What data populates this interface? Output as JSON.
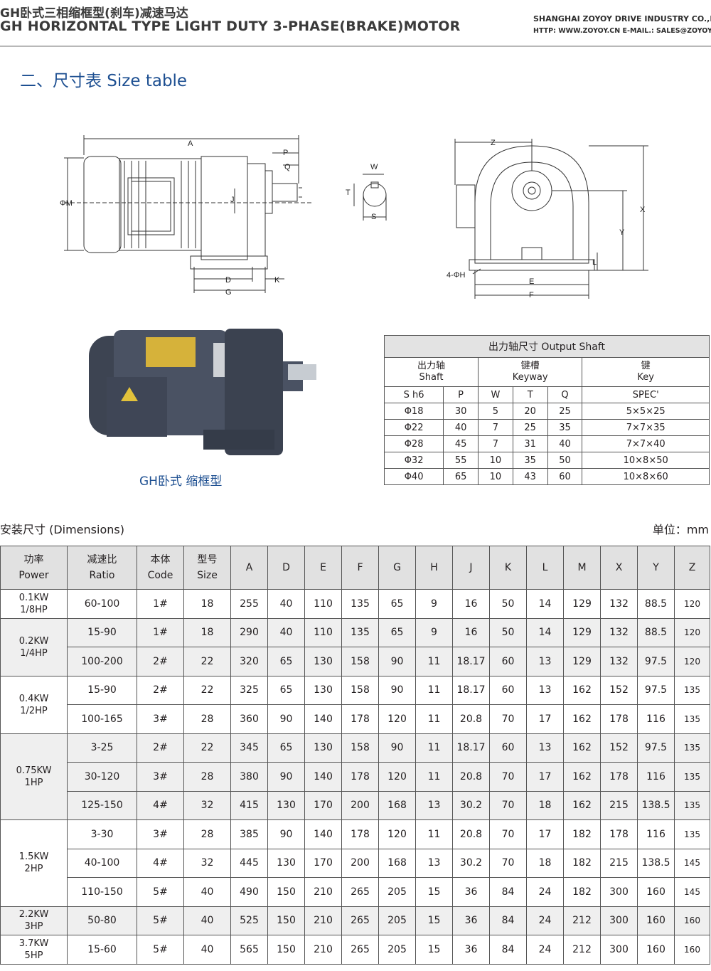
{
  "header": {
    "title_cn": "GH卧式三相缩框型(刹车)减速马达",
    "title_en": "GH HORIZONTAL TYPE LIGHT DUTY 3-PHASE(BRAKE)MOTOR",
    "company": "SHANGHAI ZOYOY DRIVE INDUSTRY CO.,LTD",
    "contact": "HTTP: WWW.ZOYOY.CN  E-MAIL.: SALES@ZOYOY.COM"
  },
  "section": {
    "title": "二、尺寸表 Size table"
  },
  "drawing_labels": {
    "A": "A",
    "P": "P",
    "Q": "Q",
    "M": "ΦM",
    "J": "J",
    "D": "D",
    "G": "G",
    "K": "K",
    "W": "W",
    "T": "T",
    "S": "S",
    "Z": "Z",
    "X": "X",
    "Y": "Y",
    "L": "L",
    "E": "E",
    "F": "F",
    "H": "4-ΦH"
  },
  "photo": {
    "caption": "GH卧式 缩框型"
  },
  "output_shaft": {
    "title": "出力轴尺寸 Output Shaft",
    "groups": [
      {
        "cn": "出力轴",
        "en": "Shaft"
      },
      {
        "cn": "键槽",
        "en": "Keyway"
      },
      {
        "cn": "键",
        "en": "Key"
      }
    ],
    "subheaders": [
      "S h6",
      "P",
      "W",
      "T",
      "Q",
      "SPEC'"
    ],
    "rows": [
      [
        "Φ18",
        "30",
        "5",
        "20",
        "25",
        "5×5×25"
      ],
      [
        "Φ22",
        "40",
        "7",
        "25",
        "35",
        "7×7×35"
      ],
      [
        "Φ28",
        "45",
        "7",
        "31",
        "40",
        "7×7×40"
      ],
      [
        "Φ32",
        "55",
        "10",
        "35",
        "50",
        "10×8×50"
      ],
      [
        "Φ40",
        "65",
        "10",
        "43",
        "60",
        "10×8×60"
      ]
    ]
  },
  "dimensions": {
    "label": "安装尺寸 (Dimensions)",
    "unit": "单位：mm",
    "headers": [
      {
        "cn": "功率",
        "en": "Power"
      },
      {
        "cn": "减速比",
        "en": "Ratio"
      },
      {
        "cn": "本体",
        "en": "Code"
      },
      {
        "cn": "型号",
        "en": "Size"
      },
      {
        "cn": "A"
      },
      {
        "cn": "D"
      },
      {
        "cn": "E"
      },
      {
        "cn": "F"
      },
      {
        "cn": "G"
      },
      {
        "cn": "H"
      },
      {
        "cn": "J"
      },
      {
        "cn": "K"
      },
      {
        "cn": "L"
      },
      {
        "cn": "M"
      },
      {
        "cn": "X"
      },
      {
        "cn": "Y"
      },
      {
        "cn": "Z"
      }
    ],
    "groups": [
      {
        "power": [
          "0.1KW",
          "1/8HP"
        ],
        "rows": [
          [
            "60-100",
            "1#",
            "18",
            "255",
            "40",
            "110",
            "135",
            "65",
            "9",
            "16",
            "50",
            "14",
            "129",
            "132",
            "88.5",
            "120"
          ]
        ]
      },
      {
        "power": [
          "0.2KW",
          "1/4HP"
        ],
        "rows": [
          [
            "15-90",
            "1#",
            "18",
            "290",
            "40",
            "110",
            "135",
            "65",
            "9",
            "16",
            "50",
            "14",
            "129",
            "132",
            "88.5",
            "120"
          ],
          [
            "100-200",
            "2#",
            "22",
            "320",
            "65",
            "130",
            "158",
            "90",
            "11",
            "18.17",
            "60",
            "13",
            "129",
            "132",
            "97.5",
            "120"
          ]
        ]
      },
      {
        "power": [
          "0.4KW",
          "1/2HP"
        ],
        "rows": [
          [
            "15-90",
            "2#",
            "22",
            "325",
            "65",
            "130",
            "158",
            "90",
            "11",
            "18.17",
            "60",
            "13",
            "162",
            "152",
            "97.5",
            "135"
          ],
          [
            "100-165",
            "3#",
            "28",
            "360",
            "90",
            "140",
            "178",
            "120",
            "11",
            "20.8",
            "70",
            "17",
            "162",
            "178",
            "116",
            "135"
          ]
        ]
      },
      {
        "power": [
          "0.75KW",
          "1HP"
        ],
        "rows": [
          [
            "3-25",
            "2#",
            "22",
            "345",
            "65",
            "130",
            "158",
            "90",
            "11",
            "18.17",
            "60",
            "13",
            "162",
            "152",
            "97.5",
            "135"
          ],
          [
            "30-120",
            "3#",
            "28",
            "380",
            "90",
            "140",
            "178",
            "120",
            "11",
            "20.8",
            "70",
            "17",
            "162",
            "178",
            "116",
            "135"
          ],
          [
            "125-150",
            "4#",
            "32",
            "415",
            "130",
            "170",
            "200",
            "168",
            "13",
            "30.2",
            "70",
            "18",
            "162",
            "215",
            "138.5",
            "135"
          ]
        ]
      },
      {
        "power": [
          "1.5KW",
          "2HP"
        ],
        "rows": [
          [
            "3-30",
            "3#",
            "28",
            "385",
            "90",
            "140",
            "178",
            "120",
            "11",
            "20.8",
            "70",
            "17",
            "182",
            "178",
            "116",
            "135"
          ],
          [
            "40-100",
            "4#",
            "32",
            "445",
            "130",
            "170",
            "200",
            "168",
            "13",
            "30.2",
            "70",
            "18",
            "182",
            "215",
            "138.5",
            "145"
          ],
          [
            "110-150",
            "5#",
            "40",
            "490",
            "150",
            "210",
            "265",
            "205",
            "15",
            "36",
            "84",
            "24",
            "182",
            "300",
            "160",
            "145"
          ]
        ]
      },
      {
        "power": [
          "2.2KW",
          "3HP"
        ],
        "rows": [
          [
            "50-80",
            "5#",
            "40",
            "525",
            "150",
            "210",
            "265",
            "205",
            "15",
            "36",
            "84",
            "24",
            "212",
            "300",
            "160",
            "160"
          ]
        ]
      },
      {
        "power": [
          "3.7KW",
          "5HP"
        ],
        "rows": [
          [
            "15-60",
            "5#",
            "40",
            "565",
            "150",
            "210",
            "265",
            "205",
            "15",
            "36",
            "84",
            "24",
            "212",
            "300",
            "160",
            "160"
          ]
        ]
      }
    ]
  }
}
